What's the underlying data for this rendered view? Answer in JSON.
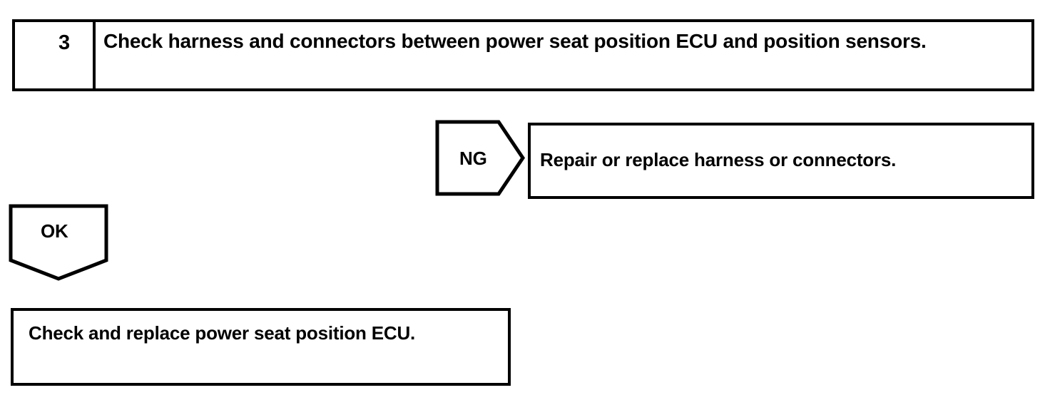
{
  "diagram": {
    "type": "troubleshooting-flowchart",
    "colors": {
      "stroke": "#000000",
      "fill": "#ffffff",
      "text": "#000000"
    },
    "step": {
      "number": "3",
      "instruction": "Check harness and connectors between power seat position ECU and position sensors."
    },
    "branches": [
      {
        "label": "NG",
        "direction": "right",
        "result": "Repair or replace harness or connectors."
      },
      {
        "label": "OK",
        "direction": "down",
        "result": "Check and replace power seat position ECU."
      }
    ],
    "ng_label": "NG",
    "ng_result": "Repair or replace harness or connectors.",
    "ok_label": "OK",
    "ok_result": "Check and replace power seat position ECU."
  }
}
